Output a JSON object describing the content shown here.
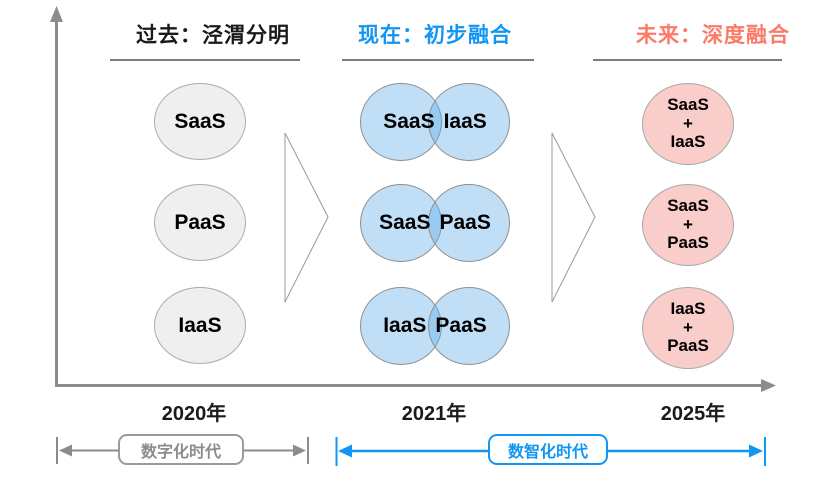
{
  "past": {
    "title": "过去：泾渭分明",
    "items": [
      "SaaS",
      "PaaS",
      "IaaS"
    ]
  },
  "present": {
    "title": "现在：初步融合",
    "rows": [
      {
        "left": "SaaS",
        "right": "IaaS"
      },
      {
        "left": "SaaS",
        "right": "PaaS"
      },
      {
        "left": "IaaS",
        "right": "PaaS"
      }
    ]
  },
  "future": {
    "title": "未来：深度融合",
    "items": [
      {
        "top": "SaaS",
        "mid": "+",
        "bottom": "IaaS"
      },
      {
        "top": "SaaS",
        "mid": "+",
        "bottom": "PaaS"
      },
      {
        "top": "IaaS",
        "mid": "+",
        "bottom": "PaaS"
      }
    ]
  },
  "timeline": {
    "years": [
      "2020年",
      "2021年",
      "2025年"
    ],
    "era_digital": "数字化时代",
    "era_digintel": "数智化时代"
  },
  "colors": {
    "accent_blue": "#1296F3",
    "accent_coral": "#FB7A68",
    "axis_gray": "#8C8C8C",
    "gray_circle_fill": "#EFEFEF",
    "blue_circle_fill": "#C5E2F8",
    "blue_overlap_fill": "#A8D7F5",
    "pink_circle_fill": "#F9CDC9"
  }
}
